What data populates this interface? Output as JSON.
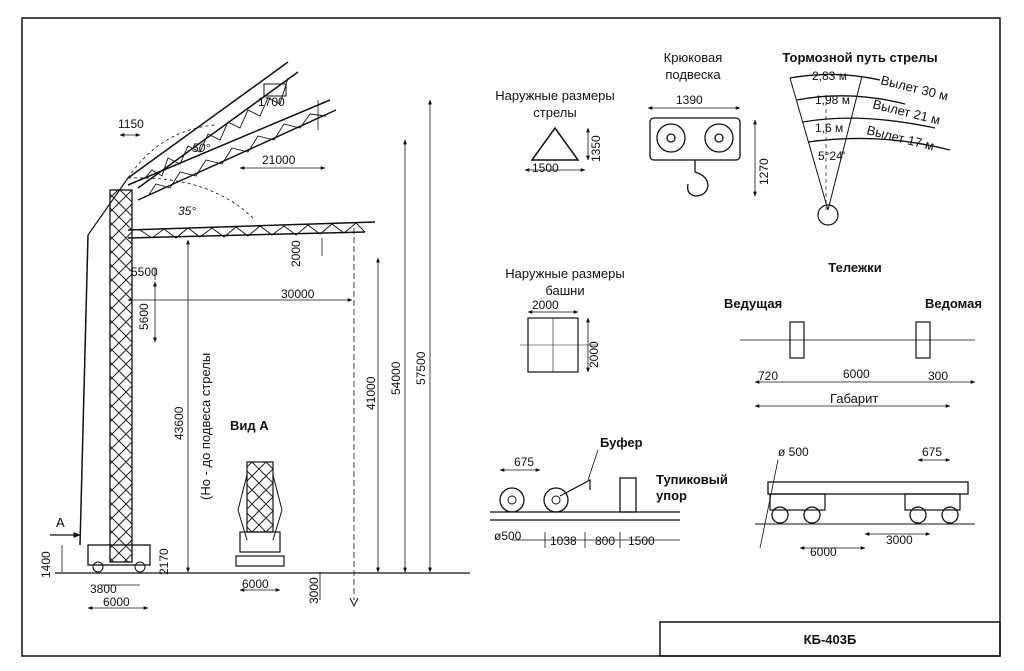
{
  "title_block": {
    "code": "КБ-403Б"
  },
  "main_view": {
    "dims": {
      "d1150": "1150",
      "d1700": "1700",
      "d21000": "21000",
      "d2000": "2000",
      "d5500": "5500",
      "d5600": "5600",
      "d30000": "30000",
      "d43600": "43600",
      "d41000": "41000",
      "d54000": "54000",
      "d57500": "57500",
      "d1400": "1400",
      "d3800": "3800",
      "d6000": "6000",
      "d2170": "2170",
      "d3000": "3000"
    },
    "angles": {
      "a50": "50°",
      "a35": "35°"
    },
    "arrow_label": "А",
    "vertical_note": "(Но - до подвеса стрелы"
  },
  "view_a": {
    "title": "Вид А",
    "width": "6000"
  },
  "boom_size": {
    "title_1": "Наружные размеры",
    "title_2": "стрелы",
    "w": "1500",
    "h": "1350"
  },
  "hook": {
    "title_1": "Крюковая",
    "title_2": "подвеска",
    "w": "1390",
    "h": "1270"
  },
  "brake": {
    "title": "Тормозной путь стрелы",
    "rows": [
      {
        "dist": "2,83 м",
        "reach": "Вылет 30 м"
      },
      {
        "dist": "1,98 м",
        "reach": "Вылет 21 м"
      },
      {
        "dist": "1,6 м",
        "reach": "Вылет 17 м"
      }
    ],
    "angle": "5°24'"
  },
  "tower_size": {
    "title_1": "Наружные размеры",
    "title_2": "башни",
    "w": "2000",
    "h": "2000"
  },
  "bogies": {
    "title": "Тележки",
    "driving": "Ведущая",
    "driven": "Ведомая",
    "d720": "720",
    "d6000": "6000",
    "d300": "300",
    "gauge": "Габарит"
  },
  "buffer": {
    "buffer_label": "Буфер",
    "stop_1": "Тупиковый",
    "stop_2": "упор",
    "d675": "675",
    "d500": "ø500",
    "d1038": "1038",
    "d800": "800",
    "d1500": "1500"
  },
  "track": {
    "d500": "ø 500",
    "d675": "675",
    "d3000": "3000",
    "d6000": "6000"
  }
}
